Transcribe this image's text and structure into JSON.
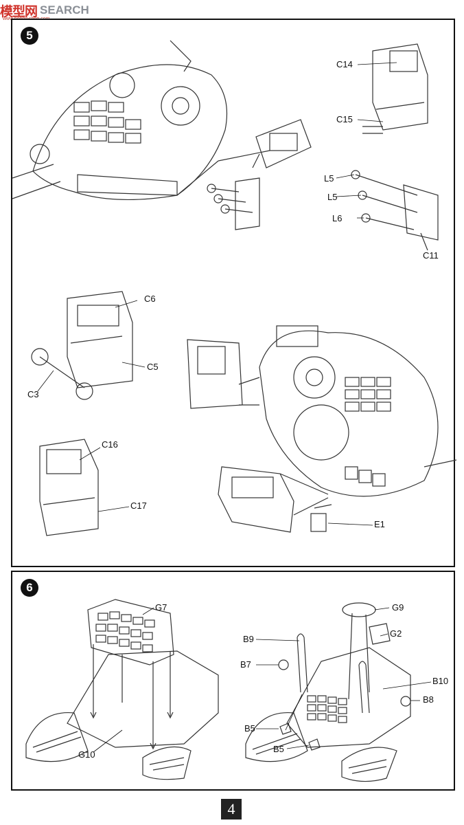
{
  "watermark": {
    "logo": "模型网",
    "text": "SEARCH",
    "sub": "www.hobby-shop.com"
  },
  "step5": {
    "number": "5",
    "labels": {
      "c14": "C14",
      "c15": "C15",
      "l5a": "L5",
      "l5b": "L5",
      "l6": "L6",
      "c11": "C11",
      "c6": "C6",
      "c5": "C5",
      "c3": "C3",
      "c16": "C16",
      "c17": "C17",
      "e1": "E1"
    }
  },
  "step6": {
    "number": "6",
    "labels": {
      "g7": "G7",
      "g10": "G10",
      "g9": "G9",
      "b9": "B9",
      "g2": "G2",
      "b7": "B7",
      "b10": "B10",
      "b8": "B8",
      "b5a": "B5",
      "b5b": "B5"
    }
  },
  "page_number": "4",
  "colors": {
    "ink": "#111111",
    "line_art": "#333333"
  }
}
